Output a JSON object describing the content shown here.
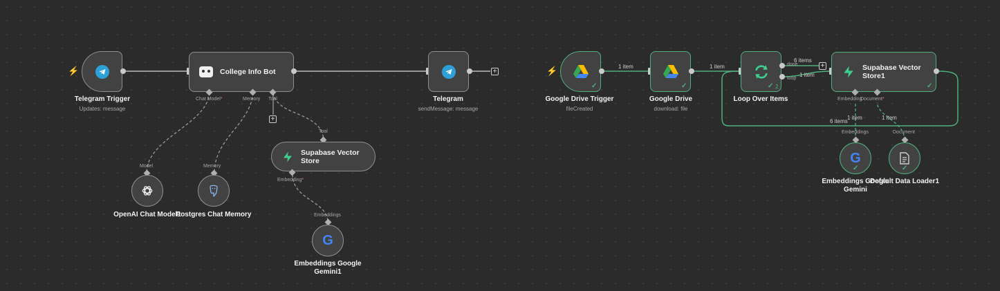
{
  "telegram_trigger": {
    "title": "Telegram Trigger",
    "subtitle": "Updates: message"
  },
  "agent": {
    "title": "College Info Bot",
    "ports": {
      "chat_model": "Chat Model",
      "memory": "Memory",
      "tool": "Tool"
    },
    "required_mark": "*"
  },
  "telegram_send": {
    "title": "Telegram",
    "subtitle": "sendMessage: message"
  },
  "openai": {
    "title": "OpenAI Chat Model1",
    "port": "Model"
  },
  "postgres": {
    "title": "Postgres Chat Memory",
    "port": "Memory"
  },
  "supabase_tool": {
    "title": "Supabase Vector Store",
    "port_in": "Tool",
    "port_out": "Embedding"
  },
  "gemini1": {
    "title": "Embeddings Google Gemini1",
    "port": "Embeddings"
  },
  "gdrive_trigger": {
    "title": "Google Drive Trigger",
    "subtitle": "fileCreated"
  },
  "gdrive": {
    "title": "Google Drive",
    "subtitle": "download: file"
  },
  "loop": {
    "title": "Loop Over Items",
    "done": "done",
    "loop": "loop",
    "badge": "2"
  },
  "supabase_store": {
    "title": "Supabase Vector Store1",
    "port_embedding": "Embedding",
    "port_document": "Document"
  },
  "gemini2": {
    "title": "Embeddings Google Gemini",
    "port": "Embeddings"
  },
  "loader": {
    "title": "Default Data Loader1",
    "port": "Document"
  },
  "edges": {
    "trigger_to_drive": "1 item",
    "drive_to_loop": "1 item",
    "loop_done": "6 items",
    "loop_to_store": "1 item",
    "store_to_loop": "6 items",
    "embed_count": "1 item",
    "doc_count": "1 item"
  },
  "colors": {
    "accent_green": "#4fb07d",
    "trigger_red": "#ff6d5a",
    "telegram_blue": "#2ea0d8",
    "supabase_green": "#3ecf8e"
  },
  "icons": {
    "telegram": "telegram-icon",
    "robot": "robot-icon",
    "openai": "openai-icon",
    "postgres": "postgres-icon",
    "supabase": "supabase-icon",
    "google": "google-icon",
    "gdrive": "google-drive-icon",
    "loop": "loop-icon",
    "document": "document-icon"
  }
}
